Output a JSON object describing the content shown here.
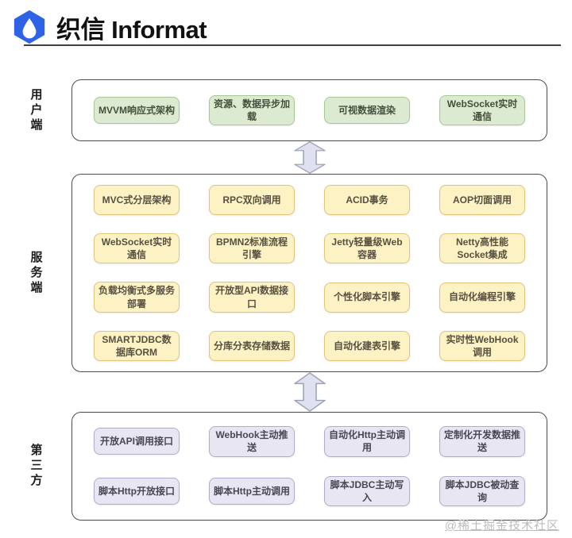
{
  "header": {
    "title": "织信 Informat",
    "logo_icon": "hexagon-droplet-logo"
  },
  "diagram": {
    "sections": [
      {
        "id": "user",
        "label": "用户端",
        "items": [
          "MVVM响应式架构",
          "资源、数据异步加载",
          "可视数据渲染",
          "WebSocket实时通信"
        ]
      },
      {
        "id": "server",
        "label": "服务端",
        "items": [
          "MVC式分层架构",
          "RPC双向调用",
          "ACID事务",
          "AOP切面调用",
          "WebSocket实时通信",
          "BPMN2标准流程引擎",
          "Jetty轻量级Web容器",
          "Netty高性能Socket集成",
          "负载均衡式多服务部署",
          "开放型API数据接口",
          "个性化脚本引擎",
          "自动化编程引擎",
          "SMARTJDBC数据库ORM",
          "分库分表存储数据",
          "自动化建表引擎",
          "实时性WebHook调用"
        ]
      },
      {
        "id": "third",
        "label": "第三方",
        "items": [
          "开放API调用接口",
          "WebHook主动推送",
          "自动化Http主动调用",
          "定制化开发数据推送",
          "脚本Http开放接口",
          "脚本Http主动调用",
          "脚本JDBC主动写入",
          "脚本JDBC被动查询"
        ]
      }
    ]
  },
  "watermark": "@稀土掘金技术社区",
  "colors": {
    "logo_blue": "#2e63e7",
    "user_fill": "#dcead2",
    "user_border": "#a6c795",
    "server_fill": "#fcf2c3",
    "server_border": "#e0c47c",
    "third_fill": "#e9e6f3",
    "third_border": "#b3abc9",
    "arrow_fill": "#dfe1f0",
    "arrow_stroke": "#9aa0b5",
    "outer_border": "#4a4a4a"
  }
}
